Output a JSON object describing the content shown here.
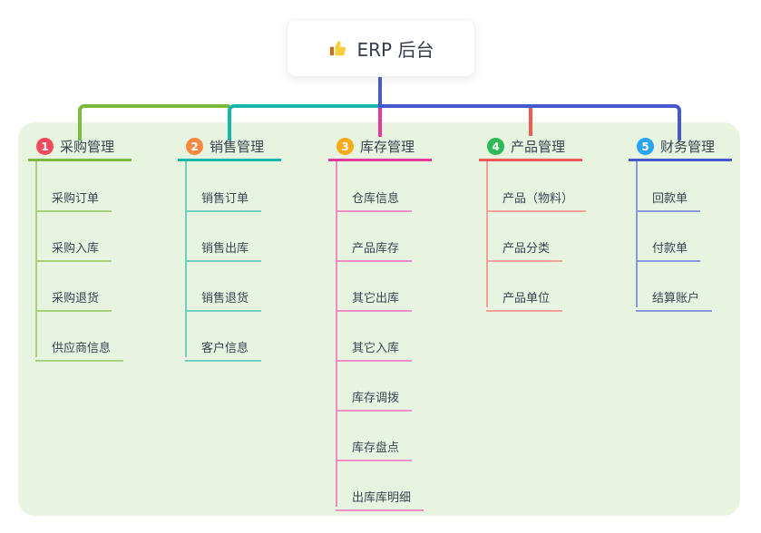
{
  "root": {
    "label": "ERP 后台",
    "icon": "thumbs-up-icon",
    "stem_color": "#4a5ad0",
    "icon_colors": {
      "hand": "#f8ce3d",
      "cuff": "#bd712c"
    }
  },
  "panel_color": "#e6f4e0",
  "branches": [
    {
      "num": "1",
      "label": "采购管理",
      "color": "#7cb93f",
      "light_color": "#a8d17c",
      "badge_color": "#f4495d",
      "children": [
        "采购订单",
        "采购入库",
        "采购退货",
        "供应商信息"
      ]
    },
    {
      "num": "2",
      "label": "销售管理",
      "color": "#17b8ab",
      "light_color": "#6fcfc3",
      "badge_color": "#f6883f",
      "children": [
        "销售订单",
        "销售出库",
        "销售退货",
        "客户信息"
      ]
    },
    {
      "num": "3",
      "label": "库存管理",
      "color": "#e23a9d",
      "light_color": "#f18cc8",
      "badge_color": "#f8ab17",
      "children": [
        "仓库信息",
        "产品库存",
        "其它出库",
        "其它入库",
        "库存调拨",
        "库存盘点",
        "出库库明细"
      ]
    },
    {
      "num": "4",
      "label": "产品管理",
      "color": "#f05a54",
      "light_color": "#f7a09a",
      "badge_color": "#2cba58",
      "children": [
        "产品（物料）",
        "产品分类",
        "产品单位"
      ]
    },
    {
      "num": "5",
      "label": "财务管理",
      "color": "#4458cf",
      "light_color": "#8b97dc",
      "badge_color": "#29a4f2",
      "children": [
        "回款单",
        "付款单",
        "结算账户"
      ]
    }
  ]
}
